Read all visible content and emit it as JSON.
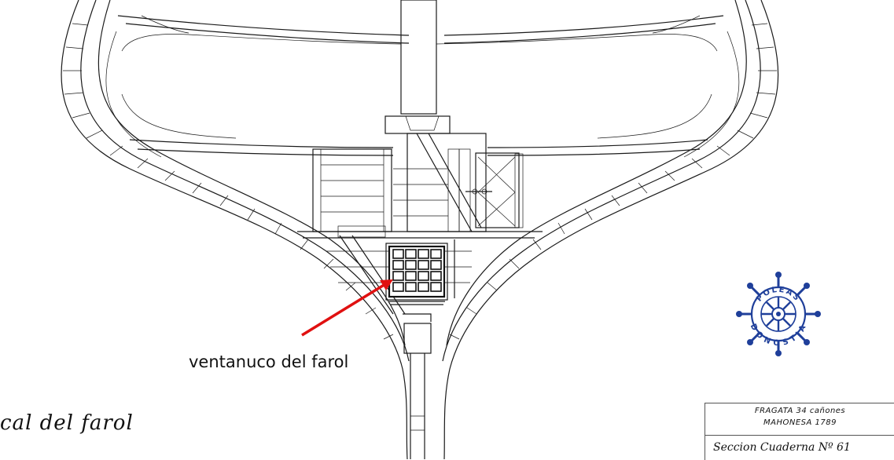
{
  "labels": {
    "callout": "ventanuco del farol",
    "partial_caption": "cal del farol"
  },
  "title_block": {
    "line1": "FRAGATA 34 cañones",
    "line2": "MAHONESA 1789",
    "section": "Seccion Cuaderna Nº 61"
  },
  "logo": {
    "text_top": "POLEAS",
    "text_bottom": "DONOSTIA"
  },
  "colors": {
    "ink": "#1a1a1a",
    "arrow": "#e01010",
    "logo": "#1f3f9a"
  }
}
